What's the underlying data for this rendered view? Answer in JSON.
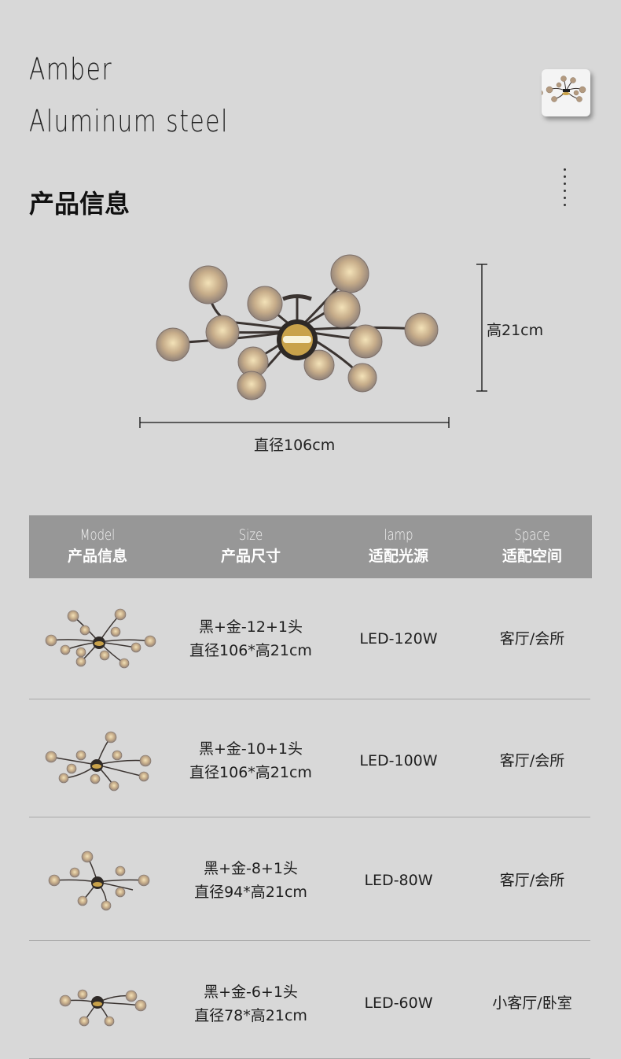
{
  "header": {
    "title_line1": "Amber",
    "title_line2": "Aluminum steel",
    "section_title": "产品信息"
  },
  "dimensions": {
    "height_label": "高21cm",
    "diameter_label": "直径106cm"
  },
  "table": {
    "columns": [
      {
        "en": "Model",
        "cn": "产品信息"
      },
      {
        "en": "Size",
        "cn": "产品尺寸"
      },
      {
        "en": "lamp",
        "cn": "适配光源"
      },
      {
        "en": "Space",
        "cn": "适配空间"
      }
    ],
    "rows": [
      {
        "size_line1": "黑+金-12+1头",
        "size_line2": "直径106*高21cm",
        "lamp": "LED-120W",
        "space": "客厅/会所"
      },
      {
        "size_line1": "黑+金-10+1头",
        "size_line2": "直径106*高21cm",
        "lamp": "LED-100W",
        "space": "客厅/会所"
      },
      {
        "size_line1": "黑+金-8+1头",
        "size_line2": "直径94*高21cm",
        "lamp": "LED-80W",
        "space": "客厅/会所"
      },
      {
        "size_line1": "黑+金-6+1头",
        "size_line2": "直径78*高21cm",
        "lamp": "LED-60W",
        "space": "小客厅/卧室"
      }
    ]
  },
  "colors": {
    "background": "#d8d8d8",
    "header_bg": "#979797",
    "globe": "#b39a80",
    "gold": "#c9a24a",
    "stem": "#3a3330"
  }
}
